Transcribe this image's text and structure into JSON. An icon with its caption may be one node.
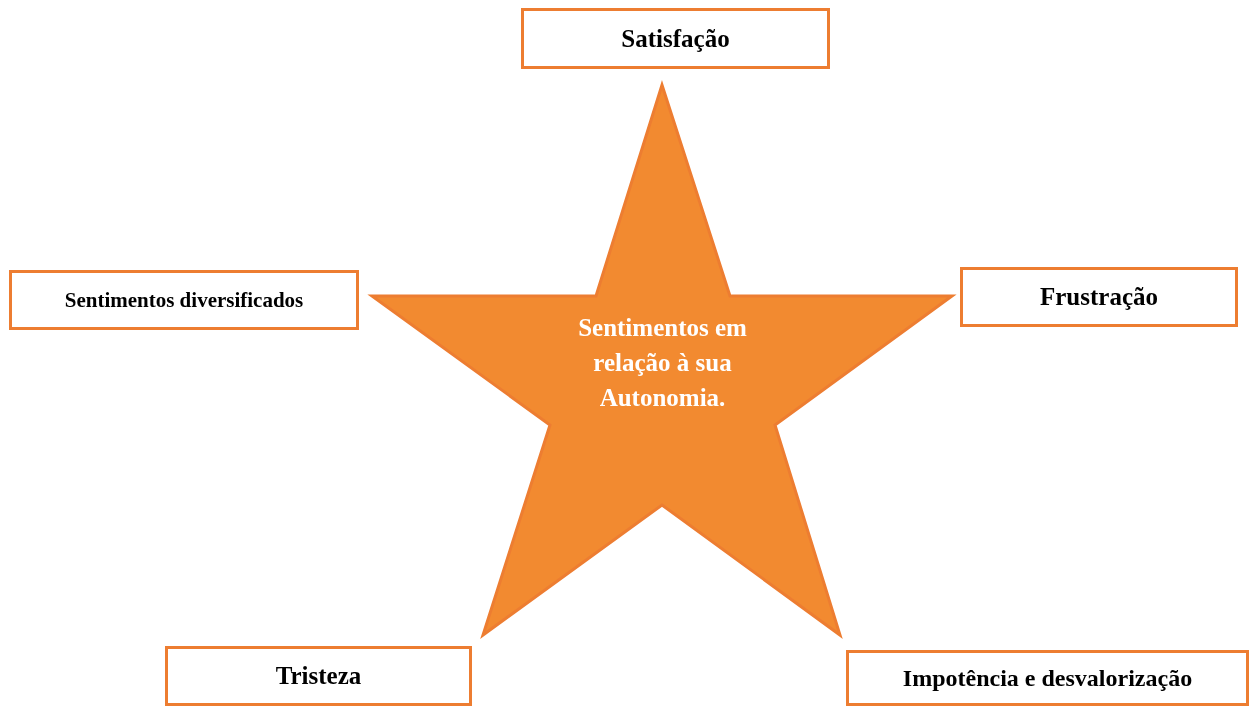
{
  "diagram": {
    "nodes": [
      {
        "text": [
          "Satisfação"
        ]
      },
      {
        "text": [
          "Sentimentos diversificados"
        ]
      },
      {
        "text": [
          "Sentimentos em relação à sua Autonomia."
        ]
      },
      {
        "text": [
          "Frustração"
        ]
      },
      {
        "text": [
          "Tristeza"
        ]
      },
      {
        "text": [
          "Impotência e desvalorização"
        ]
      }
    ]
  }
}
